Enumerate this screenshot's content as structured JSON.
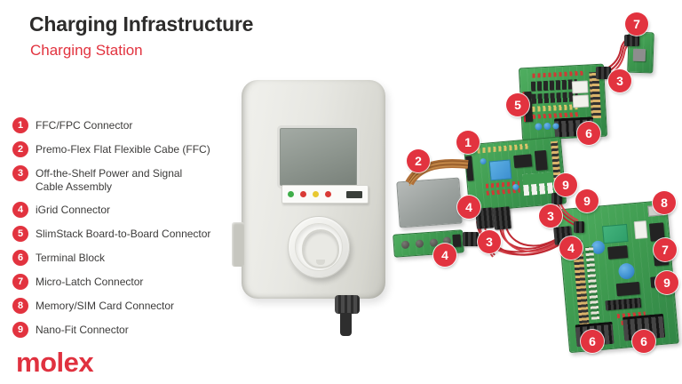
{
  "header": {
    "title": "Charging Infrastructure",
    "subtitle": "Charging Station"
  },
  "legend": {
    "items": [
      {
        "number": "1",
        "label": "FFC/FPC Connector"
      },
      {
        "number": "2",
        "label": "Premo-Flex Flat Flexible Cabe (FFC)"
      },
      {
        "number": "3",
        "label": "Off-the-Shelf Power and Signal Cable Assembly"
      },
      {
        "number": "4",
        "label": "iGrid Connector"
      },
      {
        "number": "5",
        "label": "SlimStack Board-to-Board Connector"
      },
      {
        "number": "6",
        "label": "Terminal Block"
      },
      {
        "number": "7",
        "label": "Micro-Latch Connector"
      },
      {
        "number": "8",
        "label": "Memory/SIM Card Connector"
      },
      {
        "number": "9",
        "label": "Nano-Fit Connector"
      }
    ]
  },
  "logo": {
    "text": "molex"
  },
  "diagram": {
    "callouts": [
      {
        "number": "7"
      },
      {
        "number": "3"
      },
      {
        "number": "5"
      },
      {
        "number": "6"
      },
      {
        "number": "1"
      },
      {
        "number": "2"
      },
      {
        "number": "9"
      },
      {
        "number": "4"
      },
      {
        "number": "3"
      },
      {
        "number": "3"
      },
      {
        "number": "4"
      },
      {
        "number": "9"
      },
      {
        "number": "8"
      },
      {
        "number": "4"
      },
      {
        "number": "7"
      },
      {
        "number": "9"
      },
      {
        "number": "6"
      },
      {
        "number": "6"
      }
    ]
  },
  "device": {
    "led_colors": [
      "#3fae4a",
      "#d93a36",
      "#e8c832",
      "#d93a36"
    ]
  },
  "colors": {
    "accent_red": "#e2333f",
    "logo_red": "#e0313f",
    "pcb_green": "#3f9b50",
    "title_dark": "#2d2c2b"
  }
}
